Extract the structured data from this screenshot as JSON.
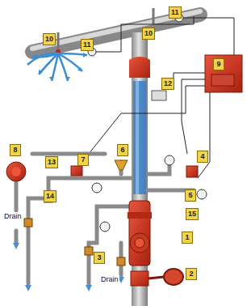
{
  "diagram": {
    "labels": [
      "10",
      "11",
      "10",
      "11",
      "9",
      "12",
      "8",
      "13",
      "7",
      "6",
      "4",
      "5",
      "15",
      "1",
      "14",
      "3",
      "2",
      "Drain",
      "Drain"
    ]
  }
}
